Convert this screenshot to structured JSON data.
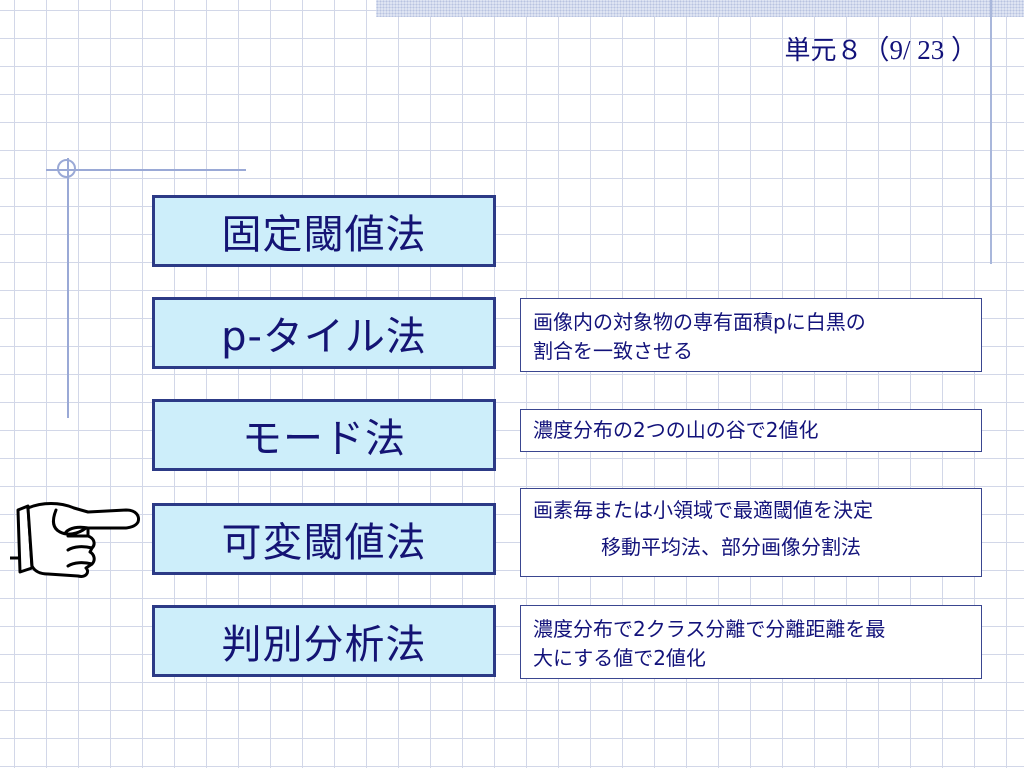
{
  "header": {
    "unit_prefix": "単元８",
    "unit_page": "（9/ 23 ）"
  },
  "methods": [
    {
      "label": "固定閾値法"
    },
    {
      "label": "p-タイル法"
    },
    {
      "label": "モード法"
    },
    {
      "label": "可変閾値法"
    },
    {
      "label": "判別分析法"
    }
  ],
  "descriptions": {
    "ptile": {
      "line1": "画像内の対象物の専有面積pに白黒の",
      "line2": "割合を一致させる"
    },
    "mode": {
      "line1": "濃度分布の2つの山の谷で2値化"
    },
    "variable": {
      "line1": "画素毎または小領域で最適閾値を決定",
      "line2": "移動平均法、部分画像分割法"
    },
    "discriminant": {
      "line1": "濃度分布で2クラス分離で分離距離を最",
      "line2": "大にする値で2値化"
    }
  },
  "icons": {
    "pointer": "pointing-hand-icon",
    "decoration": "crosshair-circle-icon"
  },
  "colors": {
    "method_fill": "#cdeefa",
    "method_border": "#2c3a86",
    "text": "#12127a",
    "grid": "#d2d7e8"
  }
}
